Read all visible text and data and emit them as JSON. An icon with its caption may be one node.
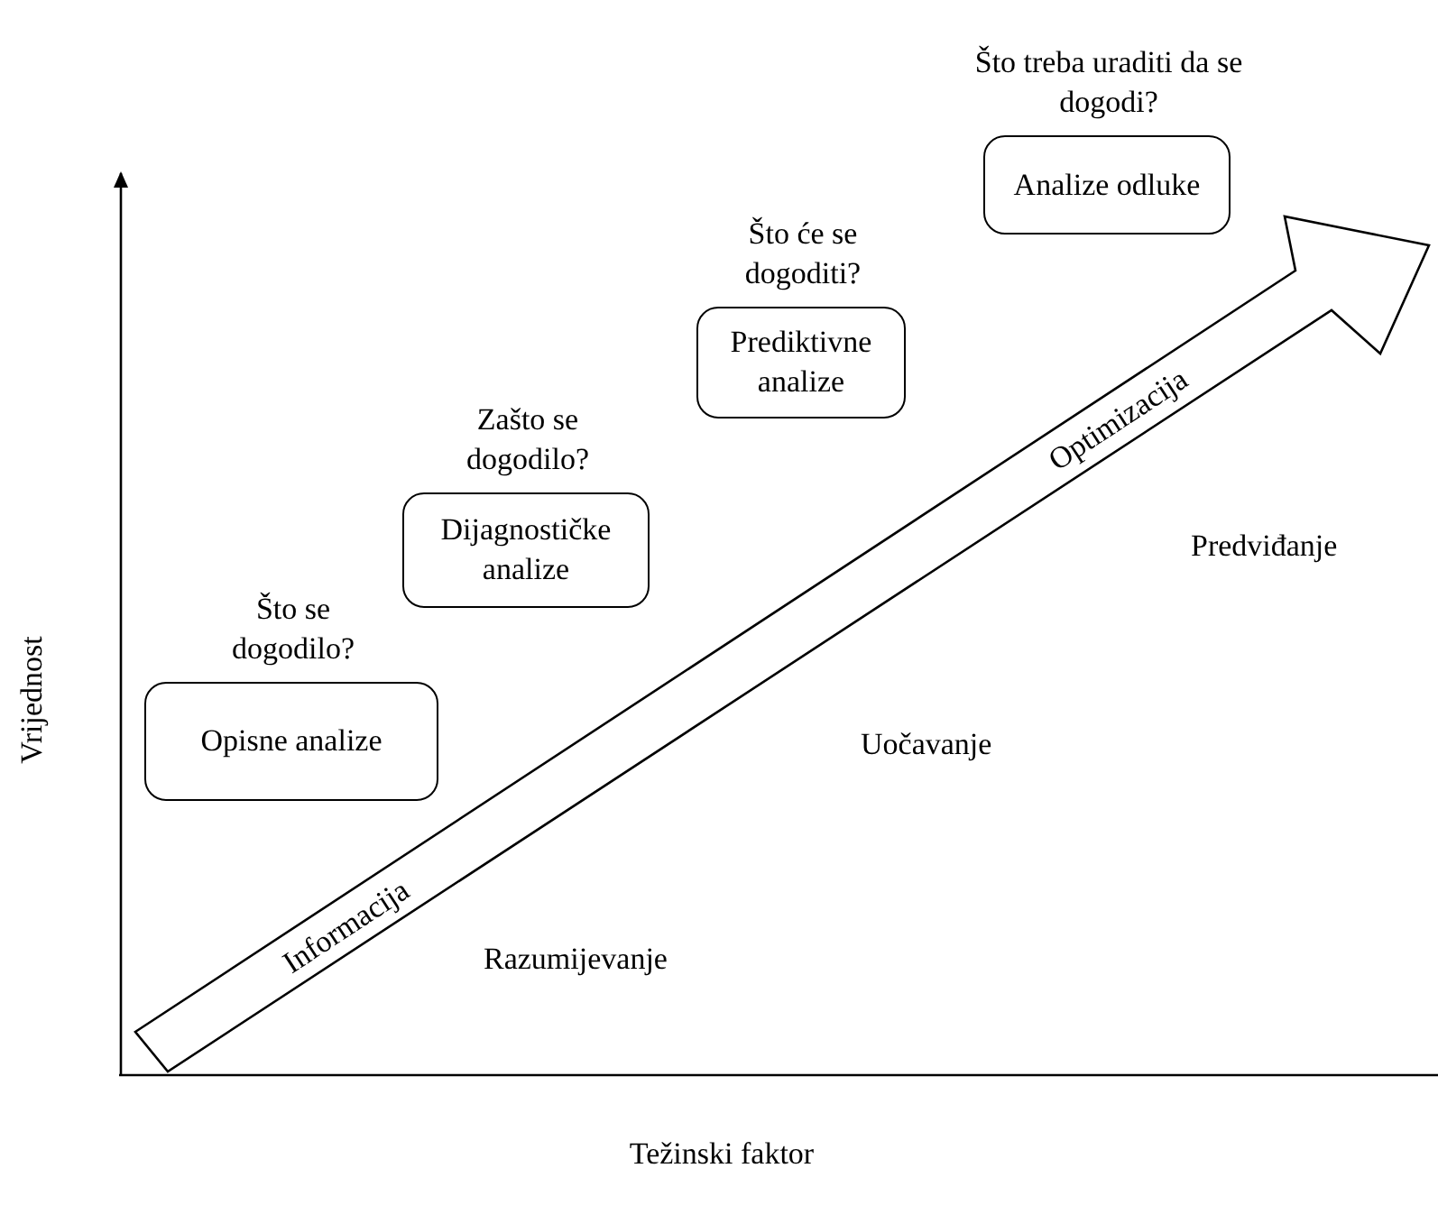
{
  "diagram": {
    "nodes": [
      {
        "text": [
          "Informacija",
          "Optimizacija"
        ]
      },
      {
        "text": [
          "Što se dogodilo?",
          "Opisne analize"
        ]
      },
      {
        "text": [
          "Zašto se dogodilo?",
          "Dijagnostičke analize"
        ]
      },
      {
        "text": [
          "Što će se dogoditi?",
          "Prediktivne analize"
        ]
      },
      {
        "text": [
          "Što treba uraditi da se dogodi?",
          "Analize odluke"
        ]
      }
    ],
    "edges": [],
    "labels": [
      "Vrijednost",
      "Predviđanje",
      "Uočavanje",
      "Razumijevanje",
      "Težinski faktor"
    ]
  }
}
